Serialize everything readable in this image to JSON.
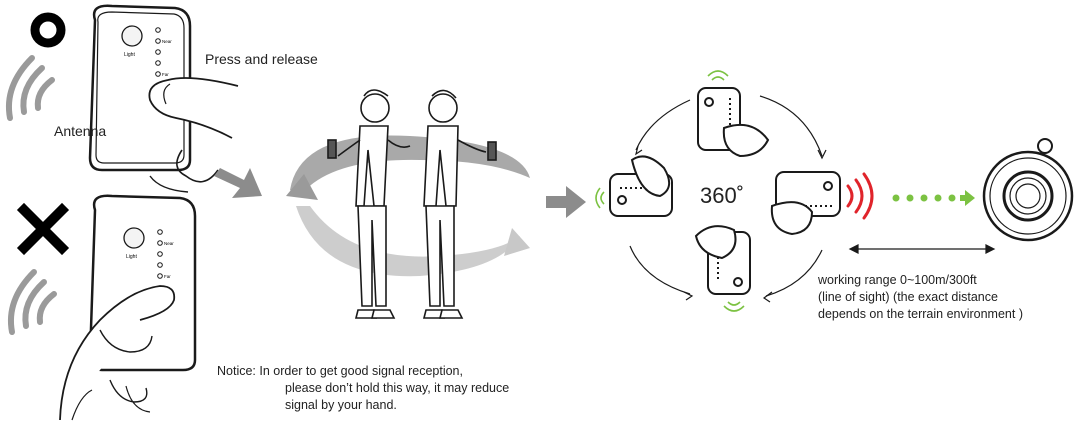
{
  "labels": {
    "press_release": "Press and release",
    "antenna": "Antenna",
    "rotation": "360˚",
    "device_light": "Light",
    "device_near": "Near",
    "device_far": "Far"
  },
  "range": {
    "line1": "working range 0~100m/300ft",
    "line2": "(line of sight) (the exact distance",
    "line3": "depends on the terrain environment )"
  },
  "notice": {
    "line1": "Notice: In order to get good signal reception,",
    "line2": "please don’t hold this way, it may reduce",
    "line3": "signal by your hand."
  },
  "colors": {
    "outline": "#1a1a1a",
    "wave_gray": "#9a9a9a",
    "wave_red": "#e0242b",
    "wave_green": "#7cc242",
    "arrow_gray": "#8c8c8c"
  },
  "marks": {
    "correct": "circle-o-icon",
    "wrong": "cross-x-icon"
  }
}
